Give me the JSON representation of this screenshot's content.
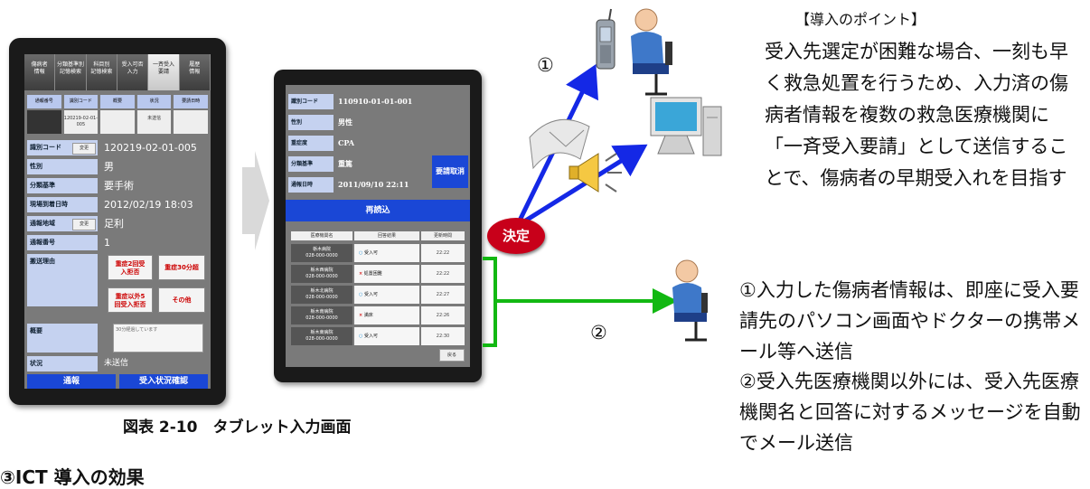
{
  "tablet1": {
    "tabs": [
      "傷病者\n情報",
      "分類基準別\n記憶検索",
      "科目別\n記憶検索",
      "受入可否\n入力",
      "一斉受入\n要請",
      "履歴\n情報"
    ],
    "header": [
      "通報番号",
      "識別コード",
      "概要",
      "状況",
      "要請日時"
    ],
    "row_code": "120219-02-01-005",
    "row_status": "未送信",
    "fields": [
      {
        "label": "識別コード",
        "change": "変更",
        "value": "120219-02-01-005"
      },
      {
        "label": "性別",
        "change": "",
        "value": "男"
      },
      {
        "label": "分類基準",
        "change": "",
        "value": "要手術"
      },
      {
        "label": "現場到着日時",
        "change": "",
        "value": "2012/02/19 18:03"
      },
      {
        "label": "通報地域",
        "change": "変更",
        "value": "足利"
      },
      {
        "label": "通報番号",
        "change": "",
        "value": "1"
      }
    ],
    "transport_reason_label": "搬送理由",
    "buttons": [
      "重症2回受\n入拒否",
      "重症30分超",
      "重症以外5\n回受入拒否",
      "その他"
    ],
    "summary_label": "概要",
    "summary_text": "30分経過しています",
    "status_label": "状況",
    "status_value": "未送信",
    "footer_left": "通報",
    "footer_right": "受入状況確認"
  },
  "tablet2": {
    "fields": [
      {
        "label": "識別コード",
        "value": "110910-01-01-001"
      },
      {
        "label": "性別",
        "value": "男性"
      },
      {
        "label": "重症度",
        "value": "CPA"
      },
      {
        "label": "分類基準",
        "value": "重篤"
      },
      {
        "label": "通報日時",
        "value": "2011/09/10 22:11"
      }
    ],
    "cancel_button": "要請取消",
    "resend_button": "再読込",
    "table_headers": [
      "医療機関名",
      "回答結果",
      "更新時間"
    ],
    "rows": [
      {
        "name": "栃木病院\n028-000-0000",
        "mark": "○",
        "answer": "受入可",
        "time": "22:22"
      },
      {
        "name": "栃木西病院\n028-000-0000",
        "mark": "×",
        "answer": "処置困難",
        "time": "22:22"
      },
      {
        "name": "栃木北病院\n028-000-0000",
        "mark": "○",
        "answer": "受入可",
        "time": "22:27"
      },
      {
        "name": "栃木南病院\n028-000-0000",
        "mark": "×",
        "answer": "満床",
        "time": "22:26"
      },
      {
        "name": "栃木東病院\n028-000-0000",
        "mark": "○",
        "answer": "受入可",
        "time": "22:30"
      }
    ],
    "back_button": "戻る"
  },
  "decide_label": "決定",
  "caption": "図表 2-10　タブレット入力画面",
  "partial_heading": "③ICT 導入の効果",
  "marker1": "①",
  "marker2": "②",
  "points": {
    "title": "【導入のポイント】",
    "body": "受入先選定が困難な場合、一刻も早く救急処置を行うため、入力済の傷病者情報を複数の救急医療機関に「一斉受入要請」として送信することで、傷病者の早期受入れを目指す",
    "note1_num": "①",
    "note1": "入力した傷病者情報は、即座に受入要請先のパソコン画面やドクターの携帯メール等へ送信",
    "note2_num": "②",
    "note2": "受入先医療機関以外には、受入先医療機関名と回答に対するメッセージを自動でメール送信"
  },
  "colors": {
    "accent_blue": "#1a47d6",
    "green_arrow": "#12b812",
    "decide_red": "#c8001a"
  }
}
